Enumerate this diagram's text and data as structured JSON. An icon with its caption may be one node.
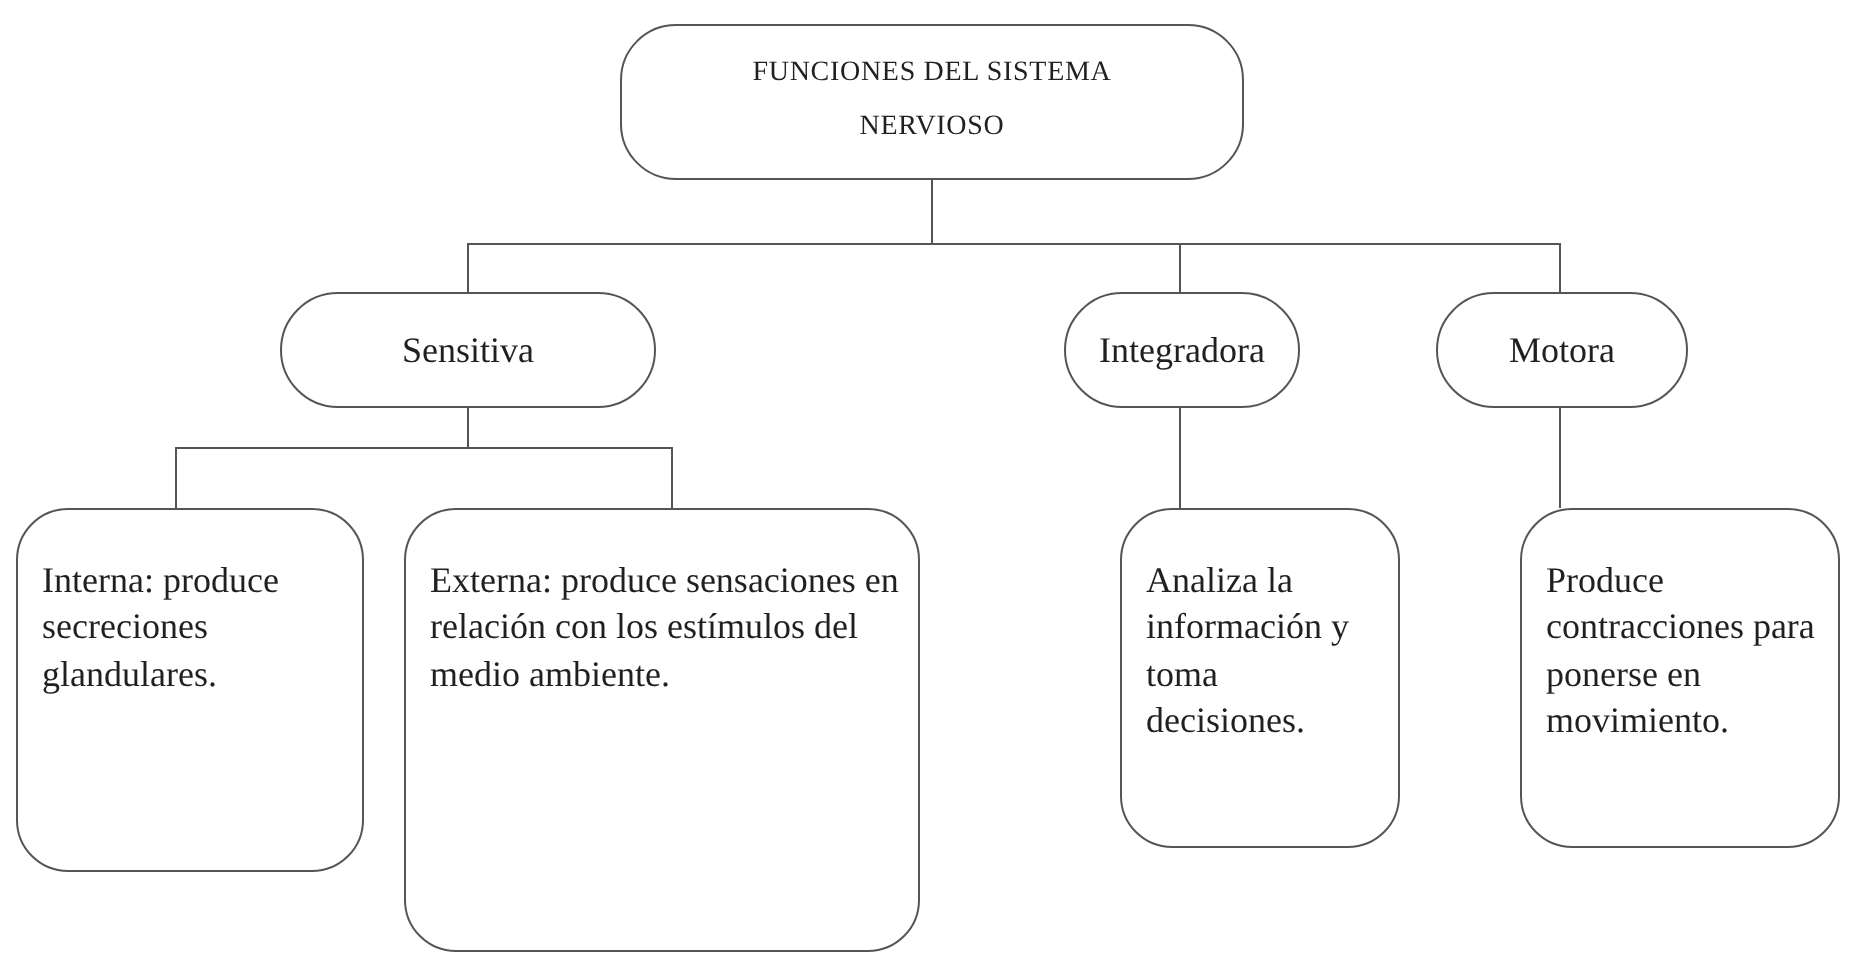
{
  "diagram": {
    "nodes": [
      {
        "text": [
          "FUNCIONES DEL SISTEMA NERVIOSO"
        ]
      },
      {
        "text": [
          "Sensitiva"
        ]
      },
      {
        "text": [
          "Integradora"
        ]
      },
      {
        "text": [
          "Motora"
        ]
      },
      {
        "text": [
          "Interna: produce secreciones glandulares."
        ]
      },
      {
        "text": [
          "Externa: produce sensaciones en relación con los estímulos del medio ambiente."
        ]
      },
      {
        "text": [
          "Analiza la información y toma decisiones."
        ]
      },
      {
        "text": [
          "Produce contracciones para ponerse en movimiento."
        ]
      }
    ],
    "edges": [
      {
        "from": 0,
        "to": 1,
        "arrow": "none"
      },
      {
        "from": 0,
        "to": 2,
        "arrow": "none"
      },
      {
        "from": 0,
        "to": 3,
        "arrow": "none"
      },
      {
        "from": 1,
        "to": 4,
        "arrow": "none"
      },
      {
        "from": 1,
        "to": 5,
        "arrow": "none"
      },
      {
        "from": 2,
        "to": 6,
        "arrow": "none"
      },
      {
        "from": 3,
        "to": 7,
        "arrow": "none"
      }
    ]
  }
}
